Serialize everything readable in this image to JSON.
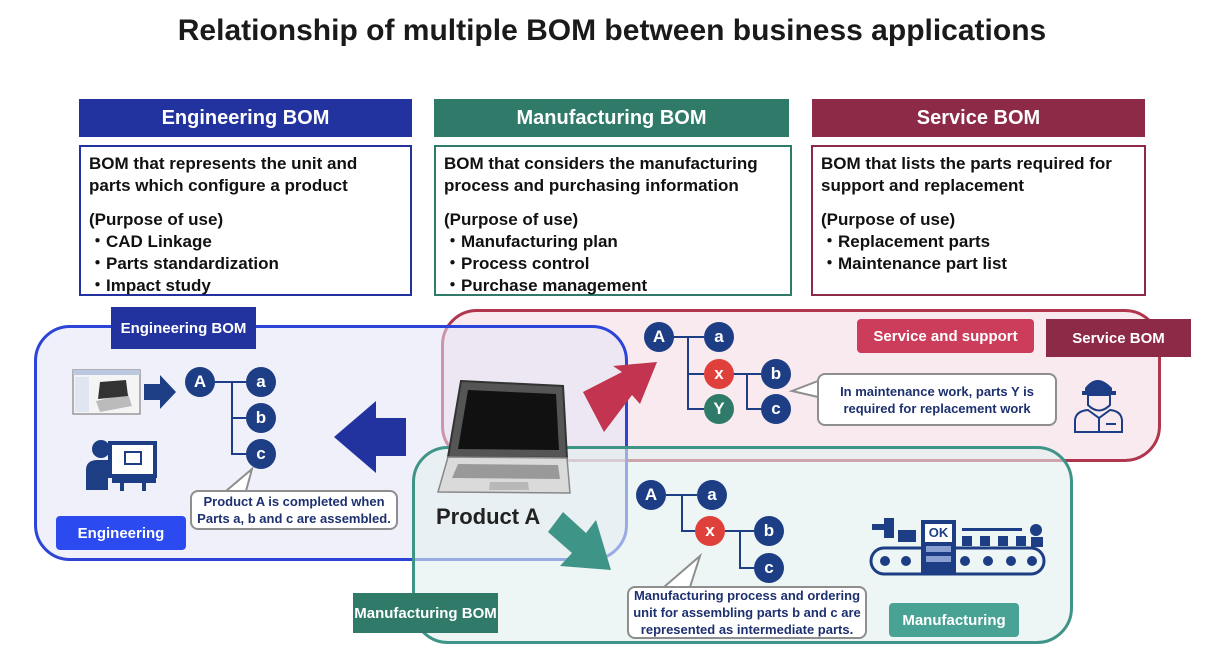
{
  "title": "Relationship of multiple BOM between business applications",
  "columns": [
    {
      "header": "Engineering BOM",
      "desc": "BOM that represents the unit and parts which configure a product",
      "purpose_label": "(Purpose of use)",
      "items": [
        "CAD Linkage",
        "Parts standardization",
        "Impact study"
      ],
      "color": "#2233a0"
    },
    {
      "header": "Manufacturing BOM",
      "desc": "BOM that considers the manufacturing process and purchasing information",
      "purpose_label": "(Purpose of use)",
      "items": [
        "Manufacturing plan",
        "Process control",
        "Purchase management"
      ],
      "color": "#2f7a68"
    },
    {
      "header": "Service BOM",
      "desc": "BOM that lists the parts required for support and replacement",
      "purpose_label": "(Purpose of use)",
      "items": [
        "Replacement parts",
        "Maintenance part list"
      ],
      "color": "#8c2a47"
    }
  ],
  "engineering_region": {
    "tag": "Engineering BOM",
    "process_label": "Engineering",
    "nodes": {
      "root": "A",
      "c1": "a",
      "c2": "b",
      "c3": "c"
    },
    "note": "Product A is completed when Parts a, b and c are assembled.",
    "color": "#2c44d8"
  },
  "service_region": {
    "tag": "Service BOM",
    "process_label": "Service and support",
    "nodes": {
      "root": "A",
      "c1": "a",
      "x": "x",
      "y": "Y",
      "b": "b",
      "c": "c"
    },
    "note": "In maintenance work, parts Y is required for replacement work",
    "color": "#b0364d"
  },
  "manufacturing_region": {
    "tag": "Manufacturing BOM",
    "process_label": "Manufacturing",
    "nodes": {
      "root": "A",
      "c1": "a",
      "x": "x",
      "b": "b",
      "c": "c"
    },
    "note": "Manufacturing process and ordering unit for assembling parts b and c are represented as intermediate parts.",
    "color": "#3f9488"
  },
  "product_label": "Product A",
  "machine_badge": "OK"
}
